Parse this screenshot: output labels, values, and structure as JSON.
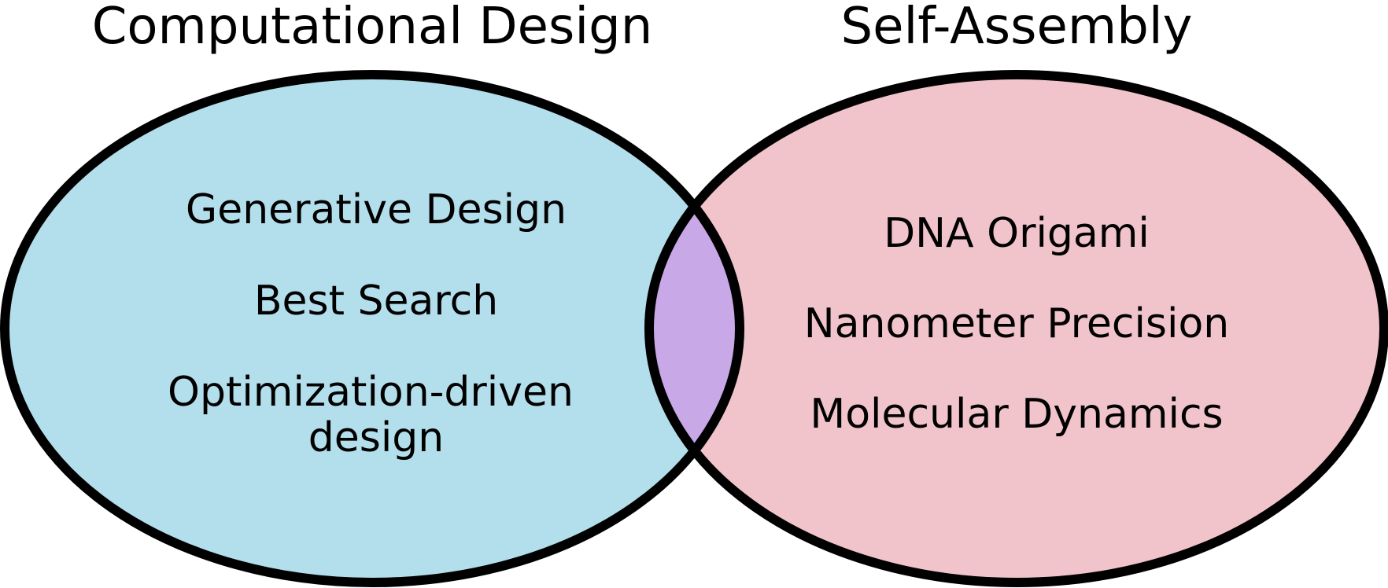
{
  "sets": {
    "left": {
      "title": "Computational Design",
      "items": [
        "Generative Design",
        "Best Search",
        "Optimization-driven",
        "design"
      ],
      "fill": "#b3deeb"
    },
    "right": {
      "title": "Self-Assembly",
      "items": [
        "DNA Origami",
        "Nanometer Precision",
        "Molecular Dynamics"
      ],
      "fill": "#f0c4ca"
    },
    "overlap": {
      "fill": "#c8a8e6"
    }
  },
  "stroke": "#000000"
}
